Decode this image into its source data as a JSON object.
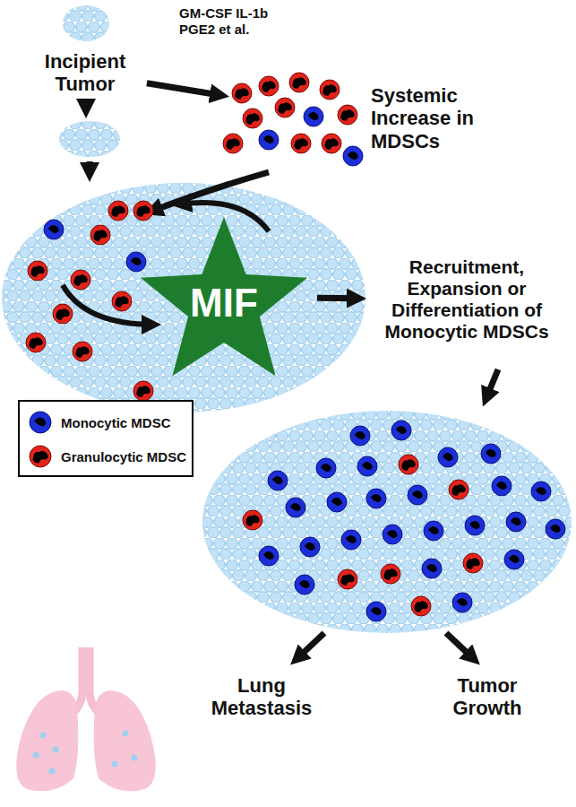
{
  "diagram": {
    "nodes": [
      {
        "text": [
          "Incipient Tumor"
        ]
      },
      {
        "text": [
          "Systemic Increase in MDSCs"
        ]
      },
      {
        "text": [
          "MIF"
        ]
      },
      {
        "text": [
          "Recruitment, Expansion or Differentiation of Monocytic MDSCs"
        ]
      },
      {
        "text": [
          "Lung Metastasis"
        ]
      },
      {
        "text": [
          "Tumor Growth"
        ]
      }
    ],
    "edges": [
      {
        "from": 0,
        "to": 1,
        "arrow": "to",
        "label": "GM-CSF IL-1b PGE2 et al."
      },
      {
        "from": 2,
        "to": 3,
        "arrow": "to"
      }
    ],
    "legend": [
      {
        "text": "Monocytic MDSC"
      },
      {
        "text": "Granulocytic MDSC"
      }
    ]
  }
}
